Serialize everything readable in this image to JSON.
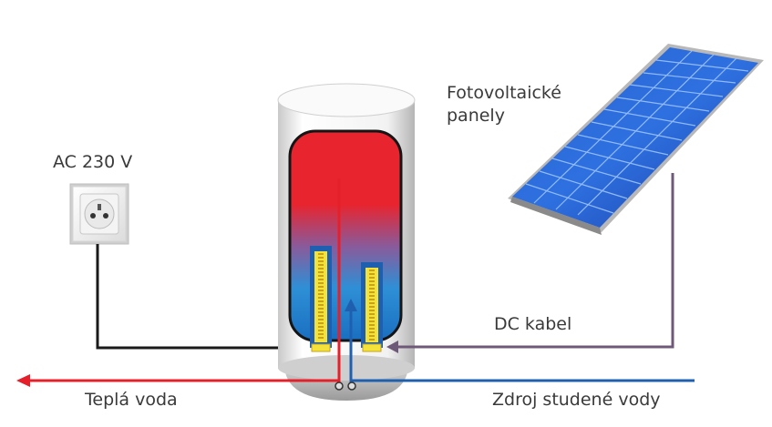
{
  "labels": {
    "ac_supply": "AC 230 V",
    "pv_line1": "Fotovoltaické",
    "pv_line2": "panely",
    "dc_cable": "DC kabel",
    "hot_water": "Teplá voda",
    "cold_water": "Zdroj studené vody"
  },
  "colors": {
    "hot_pipe": "#e5202a",
    "cold_pipe": "#1f5fb0",
    "ac_cable": "#1a1a1a",
    "dc_cable": "#6e5a78",
    "panel_blue": "#1e4fbf",
    "heater_yellow": "#f3e23a"
  }
}
